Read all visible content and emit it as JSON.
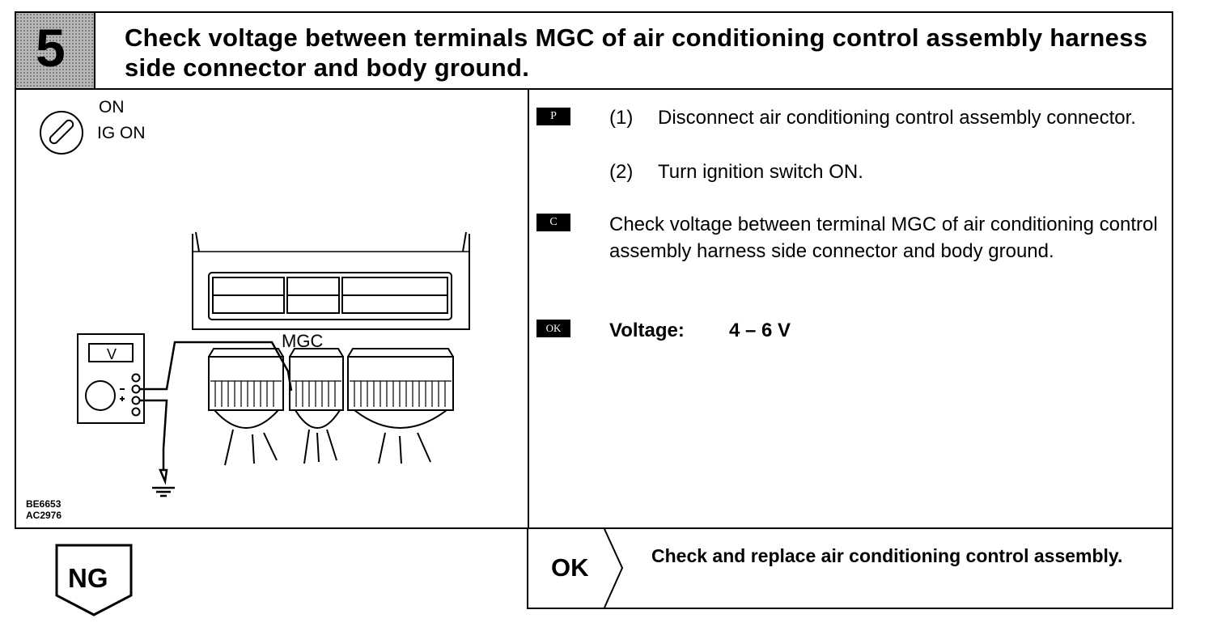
{
  "header": {
    "step_number": "5",
    "title": "Check voltage between terminals MGC of air conditioning control assembly harness side connector and body ground."
  },
  "illustration": {
    "switch_on_label": "ON",
    "switch_ig_label": "IG ON",
    "meter_label": "V",
    "terminal_label": "MGC",
    "figure_codes": [
      "BE6653",
      "AC2976"
    ]
  },
  "instructions": {
    "prep_tag": "P",
    "prep_steps": [
      {
        "num": "(1)",
        "text": "Disconnect air conditioning control assembly connector."
      },
      {
        "num": "(2)",
        "text": "Turn ignition switch ON."
      }
    ],
    "check_tag": "C",
    "check_text": "Check voltage between terminal MGC of air conditioning control assembly harness side connector and body ground.",
    "ok_tag": "OK",
    "spec_label": "Voltage:",
    "spec_value": "4 – 6 V"
  },
  "footer": {
    "ok_label": "OK",
    "ok_action": "Check and replace air conditioning control assembly.",
    "ng_label": "NG"
  }
}
